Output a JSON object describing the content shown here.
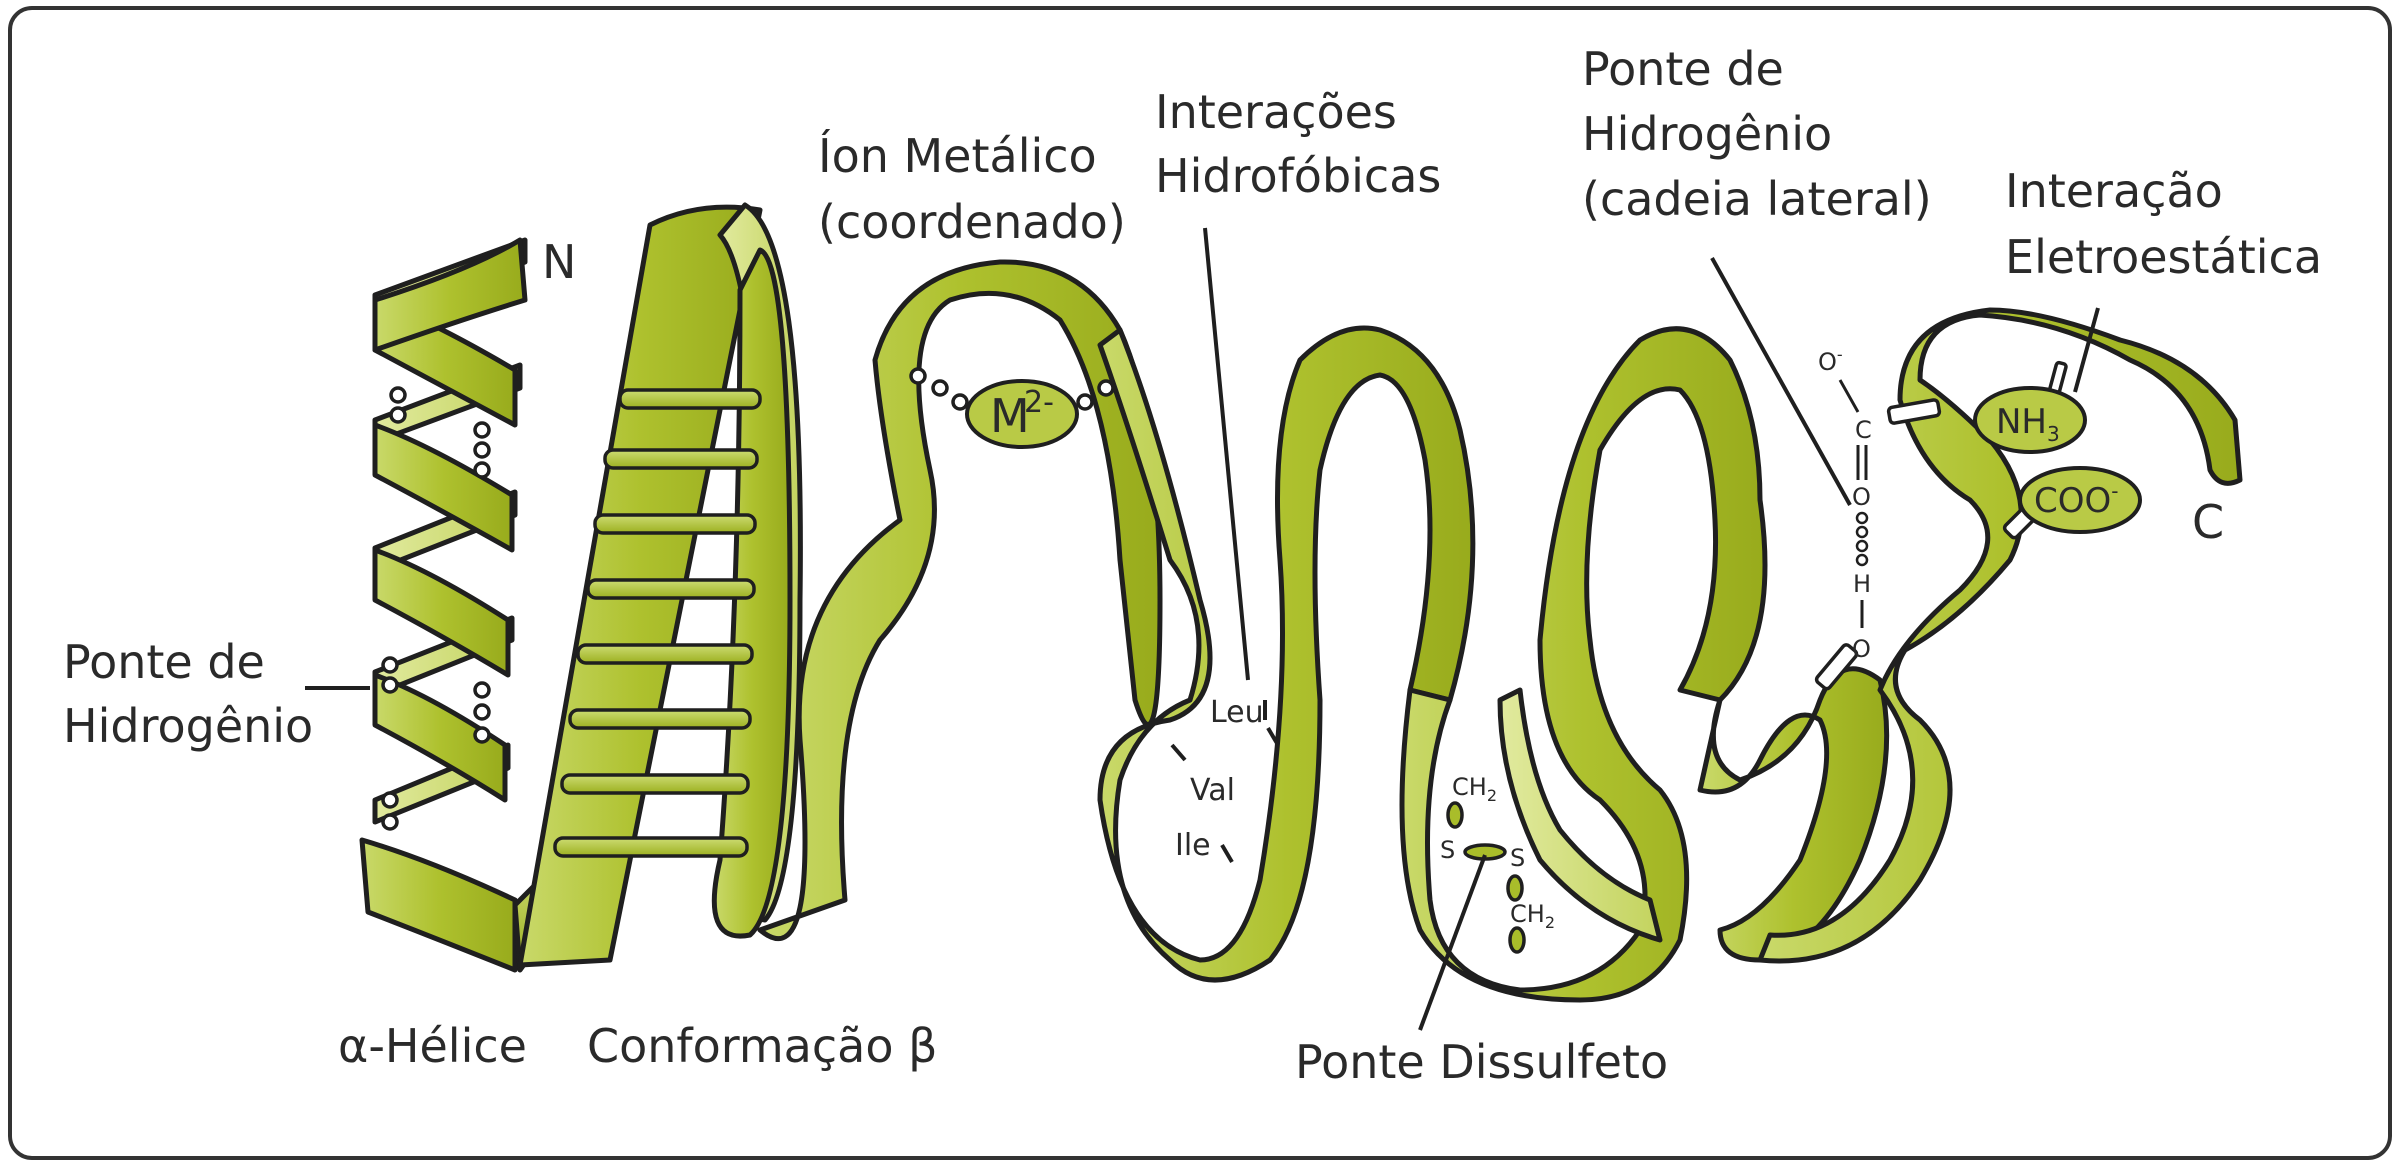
{
  "labels": {
    "n_terminus": "N",
    "c_terminus": "C",
    "h_bond_left_line1": "Ponte de",
    "h_bond_left_line2": "Hidrogênio",
    "alpha_helix": "α-Hélice",
    "beta_sheet": "Conformação β",
    "metal_ion_line1": "Íon Metálico",
    "metal_ion_line2": "(coordenado)",
    "metal_symbol": "M",
    "metal_charge": "2-",
    "hydrophobic_line1": "Interações",
    "hydrophobic_line2": "Hidrofóbicas",
    "leu": "Leu",
    "val": "Val",
    "ile": "Ile",
    "side_chain_hb_line1": "Ponte de",
    "side_chain_hb_line2": "Hidrogênio",
    "side_chain_hb_line3": "(cadeia lateral)",
    "electrostatic_line1": "Interação",
    "electrostatic_line2": "Eletroestática",
    "nh3": "NH",
    "nh3_sub": "3",
    "coo": "COO",
    "coo_sup": "-",
    "disulfide": "Ponte Dissulfeto",
    "ch2": "CH",
    "ch2_sub": "2",
    "sulfur": "S",
    "o_minus": "O",
    "o_minus_sup": "-",
    "carbon": "C",
    "oxygen": "O",
    "hydrogen": "H"
  },
  "colors": {
    "ribbon_light": "#c9d96a",
    "ribbon_mid": "#a9bd2a",
    "ribbon_dark": "#8ea01a",
    "outline": "#1f1f1f",
    "frame": "#333333"
  }
}
